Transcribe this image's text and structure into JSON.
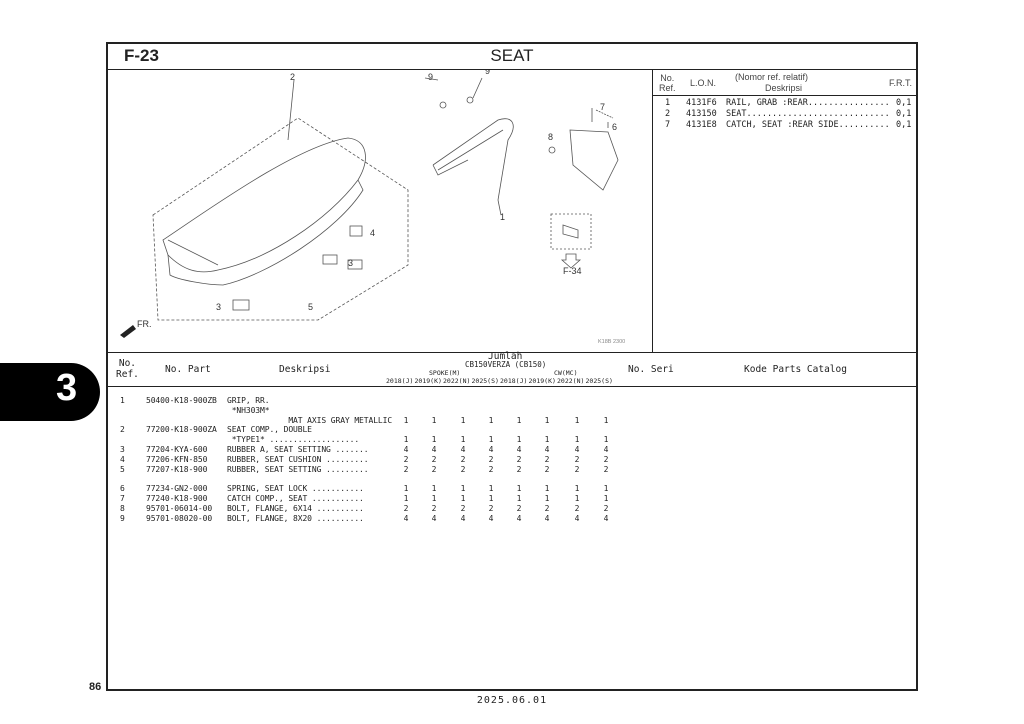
{
  "header": {
    "code": "F-23",
    "title": "SEAT"
  },
  "diagram": {
    "callouts": [
      "1",
      "2",
      "3",
      "3",
      "4",
      "5",
      "6",
      "7",
      "8",
      "9",
      "9"
    ],
    "ref_page": "F-34",
    "fr_label": "FR.",
    "image_code": "K18B 2300"
  },
  "ref_table": {
    "col_no": "No.\nRef.",
    "col_lon": "L.O.N.",
    "col_desc_top": "(Nomor ref. relatif)",
    "col_desc": "Deskripsi",
    "col_frt": "F.R.T.",
    "rows": [
      {
        "no": "1",
        "lon": "4131F6",
        "desc": "RAIL, GRAB :REAR................",
        "frt": "0,1"
      },
      {
        "no": "2",
        "lon": "413150",
        "desc": "SEAT............................",
        "frt": "0,1"
      },
      {
        "no": "7",
        "lon": "4131E8",
        "desc": "CATCH, SEAT :REAR SIDE..........",
        "frt": "0,1"
      }
    ]
  },
  "parts_table": {
    "col_no": "No.\nRef.",
    "col_part": "No. Part",
    "col_desc": "Deskripsi",
    "col_qty": "Jumlah",
    "model": "CB150VERZA (CB150)",
    "group1": "SPOKE(M)",
    "group2": "CW(MC)",
    "years": [
      "2018(J)",
      "2019(K)",
      "2022(N)",
      "2025(S)",
      "2018(J)",
      "2019(K)",
      "2022(N)",
      "2025(S)"
    ],
    "col_serial": "No. Seri",
    "col_catalog": "Kode Parts Catalog",
    "rows": [
      {
        "no": "1",
        "part": "50400-K18-900ZB",
        "desc": "GRIP, RR.",
        "qty": []
      },
      {
        "no": "",
        "part": "",
        "desc": " *NH303M*",
        "qty": []
      },
      {
        "no": "",
        "part": "",
        "desc": "             MAT AXIS GRAY METALLIC",
        "qty": [
          1,
          1,
          1,
          1,
          1,
          1,
          1,
          1
        ]
      },
      {
        "no": "2",
        "part": "77200-K18-900ZA",
        "desc": "SEAT COMP., DOUBLE",
        "qty": []
      },
      {
        "no": "",
        "part": "",
        "desc": " *TYPE1* ...................",
        "qty": [
          1,
          1,
          1,
          1,
          1,
          1,
          1,
          1
        ]
      },
      {
        "no": "3",
        "part": "77204-KYA-600",
        "desc": "RUBBER A, SEAT SETTING .......",
        "qty": [
          4,
          4,
          4,
          4,
          4,
          4,
          4,
          4
        ]
      },
      {
        "no": "4",
        "part": "77206-KFN-850",
        "desc": "RUBBER, SEAT CUSHION .........",
        "qty": [
          2,
          2,
          2,
          2,
          2,
          2,
          2,
          2
        ]
      },
      {
        "no": "5",
        "part": "77207-K18-900",
        "desc": "RUBBER, SEAT SETTING .........",
        "qty": [
          2,
          2,
          2,
          2,
          2,
          2,
          2,
          2
        ]
      },
      {
        "no": "6",
        "part": "77234-GN2-000",
        "desc": "SPRING, SEAT LOCK ...........",
        "qty": [
          1,
          1,
          1,
          1,
          1,
          1,
          1,
          1
        ]
      },
      {
        "no": "7",
        "part": "77240-K18-900",
        "desc": "CATCH COMP., SEAT ...........",
        "qty": [
          1,
          1,
          1,
          1,
          1,
          1,
          1,
          1
        ]
      },
      {
        "no": "8",
        "part": "95701-06014-00",
        "desc": "BOLT, FLANGE, 6X14 ..........",
        "qty": [
          2,
          2,
          2,
          2,
          2,
          2,
          2,
          2
        ]
      },
      {
        "no": "9",
        "part": "95701-08020-00",
        "desc": "BOLT, FLANGE, 8X20 ..........",
        "qty": [
          4,
          4,
          4,
          4,
          4,
          4,
          4,
          4
        ]
      }
    ]
  },
  "side_tab": "3",
  "page_number": "86",
  "date": "2025.06.01"
}
